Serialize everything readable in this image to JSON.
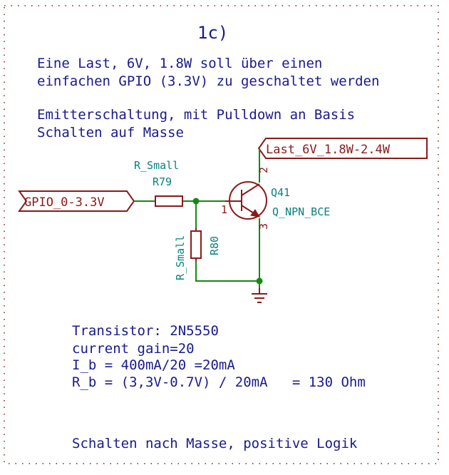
{
  "title": "1c)",
  "description": {
    "line1": "Eine Last, 6V, 1.8W soll über einen",
    "line2": "einfachen GPIO (3.3V) zu geschaltet werden",
    "line3": "Emitterschaltung, mit Pulldown an Basis",
    "line4": "Schalten auf Masse"
  },
  "labels": {
    "input": "GPIO_0-3.3V",
    "load": "Last_6V_1.8W-2.4W"
  },
  "r79": {
    "value": "R_Small",
    "ref": "R79"
  },
  "r80": {
    "value": "R_Small",
    "ref": "R80"
  },
  "q41": {
    "ref": "Q41",
    "value": "Q_NPN_BCE",
    "pin_base": "1",
    "pin_collector": "2",
    "pin_emitter": "3"
  },
  "calc": {
    "line1": "Transistor: 2N5550",
    "line2": "current gain=20",
    "line3": "I_b = 400mA/20 =20mA",
    "line4": "R_b = (3,3V-0.7V) / 20mA   = 130 Ohm"
  },
  "footer": "Schalten nach Masse, positive Logik",
  "colors": {
    "text": "#1a1a8c",
    "component": "#8b1a1a",
    "wire": "#138a13",
    "ref_text": "#0a8080"
  }
}
